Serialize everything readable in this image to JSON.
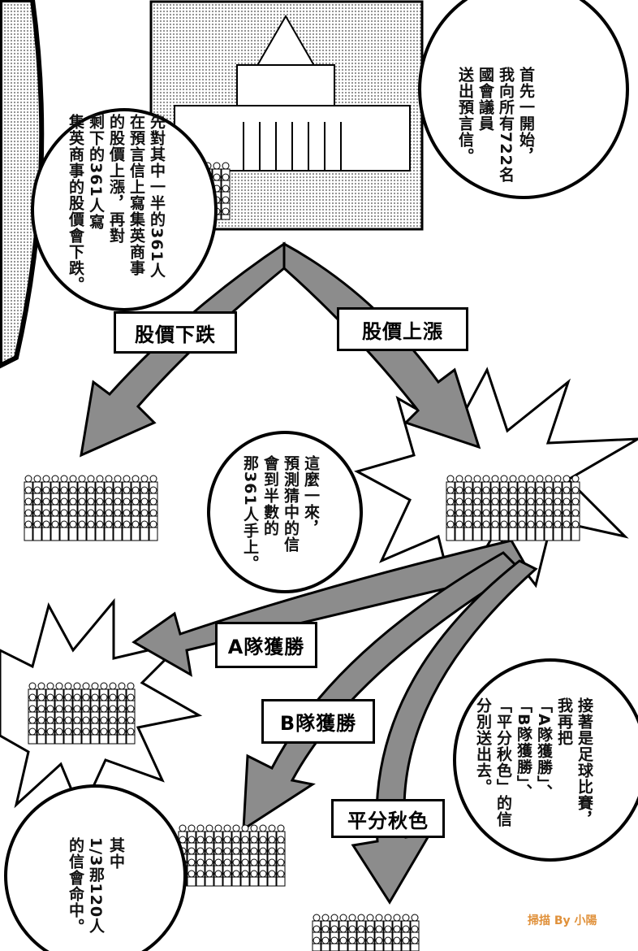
{
  "bubbles": {
    "intro": {
      "lines": [
        "首先一開始，",
        "我向所有722名",
        "國會議員",
        "送出預言信。"
      ]
    },
    "split": {
      "lines": [
        "先對其中一半的361人",
        "在預言信上寫集英商事",
        "的股價上漲，再對",
        "剩下的361人寫",
        "集英商事的股價會下跌。"
      ]
    },
    "result": {
      "lines": [
        "這麼一來，",
        "預測猜中的信",
        "會到半數的",
        "那361人手上。"
      ]
    },
    "football": {
      "lines": [
        "接著是足球比賽，",
        "我再把",
        "「A隊獲勝」、",
        "「B隊獲勝」、",
        "「平分秋色」的信",
        "分別送出去。"
      ]
    },
    "third": {
      "lines": [
        "其中",
        "1/3那120人",
        "的信會命中。"
      ]
    }
  },
  "labels": {
    "stock_down": "股價下跌",
    "stock_up": "股價上漲",
    "team_a": "A隊獲勝",
    "team_b": "B隊獲勝",
    "draw": "平分秋色"
  },
  "watermark": "掃描 By 小陽",
  "colors": {
    "arrow": "#8c8c8c",
    "tone": "#c8c8c8",
    "watermark": "#e0913b"
  }
}
